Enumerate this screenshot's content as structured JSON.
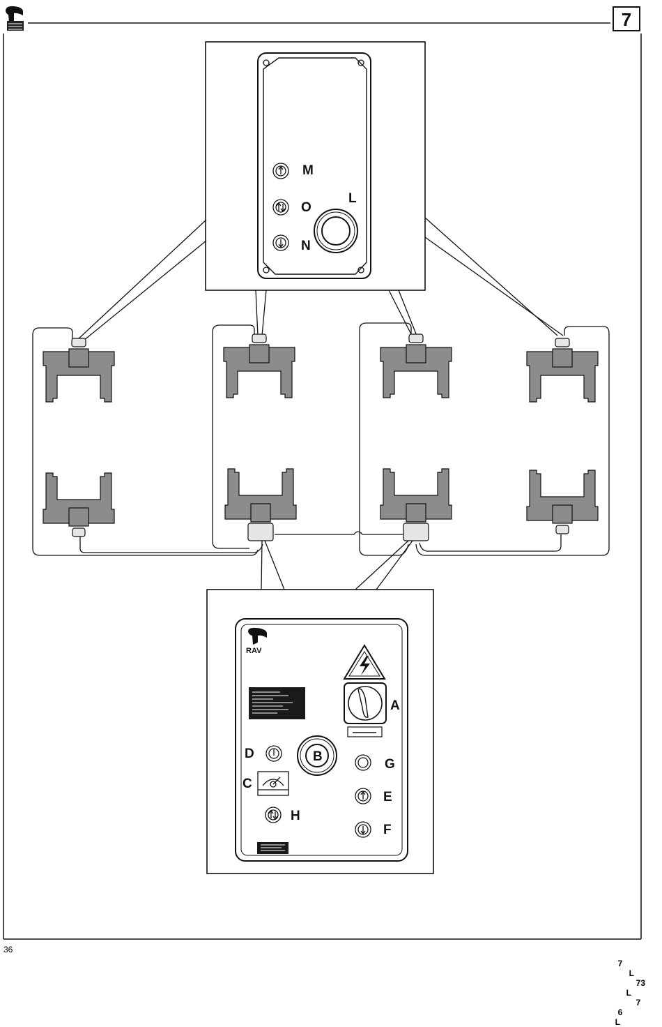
{
  "page": {
    "number": "7",
    "page_ref": "36",
    "model_codes": [
      "7",
      "L",
      "73",
      "L",
      "7",
      "6",
      "L"
    ]
  },
  "top_panel": {
    "labels": {
      "m": "M",
      "o": "O",
      "n": "N",
      "l": "L"
    }
  },
  "bottom_panel": {
    "logo_text": "RAV",
    "labels": {
      "a": "A",
      "b": "B",
      "c": "C",
      "d": "D",
      "e": "E",
      "f": "F",
      "g": "G",
      "h": "H"
    }
  },
  "colors": {
    "column_gray": "#8c8c8c",
    "line": "#111111",
    "badge_bg": "#1a1a1a"
  }
}
